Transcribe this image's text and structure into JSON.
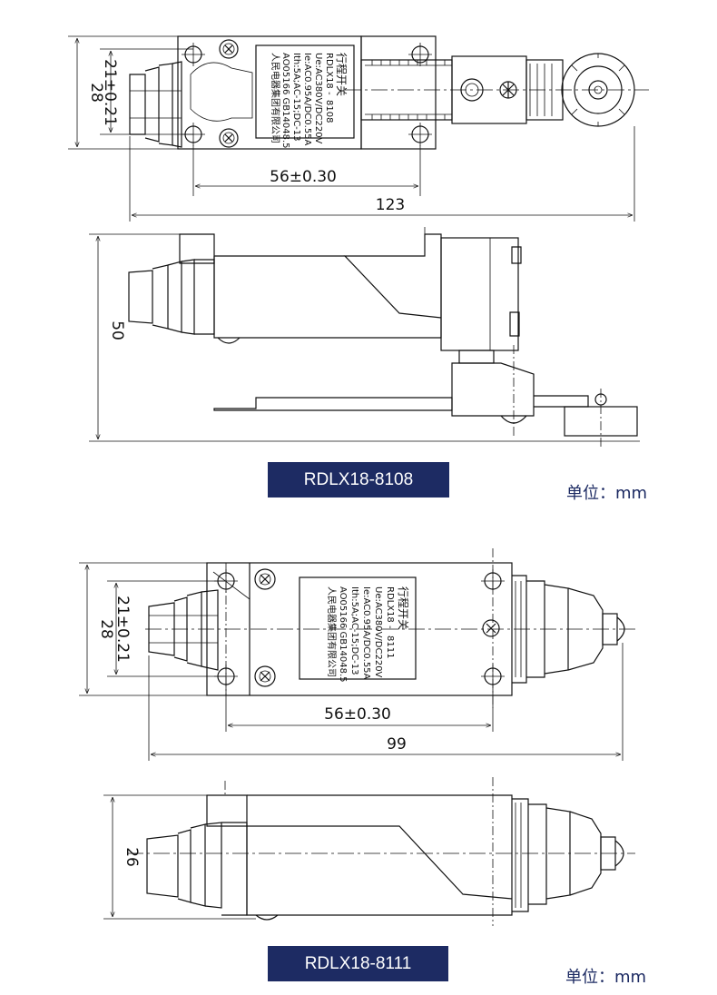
{
  "colors": {
    "badge_bg": "#1d2b63",
    "unit_text": "#1d2b63",
    "line": "#111111"
  },
  "unit_label": "单位：mm",
  "diagram1": {
    "model": "RDLX18-8108",
    "top_view": {
      "dim_height": "28",
      "dim_inner": "21±0.21",
      "dim_hole_spacing": "56±0.30",
      "dim_total_length": "123",
      "plate": {
        "title": "行程开关",
        "model_line": "RDLX18 -",
        "model_code": "8108",
        "ue": "Ue:AC380V/DC220V",
        "ie": "Ie:AC0.95A/DC0.55A",
        "ith": "Ith:5A;AC-15;DC-13",
        "standard": "AO05166 GB14048.5",
        "maker": "人民电器集团有限公司"
      }
    },
    "side_view": {
      "dim_height": "50"
    }
  },
  "diagram2": {
    "model": "RDLX18-8111",
    "top_view": {
      "dim_height": "28",
      "dim_inner": "21±0.21",
      "dim_hole_spacing": "56±0.30",
      "dim_total_length": "99",
      "plate": {
        "title": "行程开关",
        "model_line": "RDLX18 -",
        "model_code": "8111",
        "ue": "Ue:AC380V/DC220V",
        "ie": "Ie:AC0.95A/DC0.55A",
        "ith": "Ith:5A;AC-15;DC-13",
        "standard": "AO05166 GB14048.5",
        "maker": "人民电器集团有限公司"
      }
    },
    "side_view": {
      "dim_height": "26"
    }
  }
}
